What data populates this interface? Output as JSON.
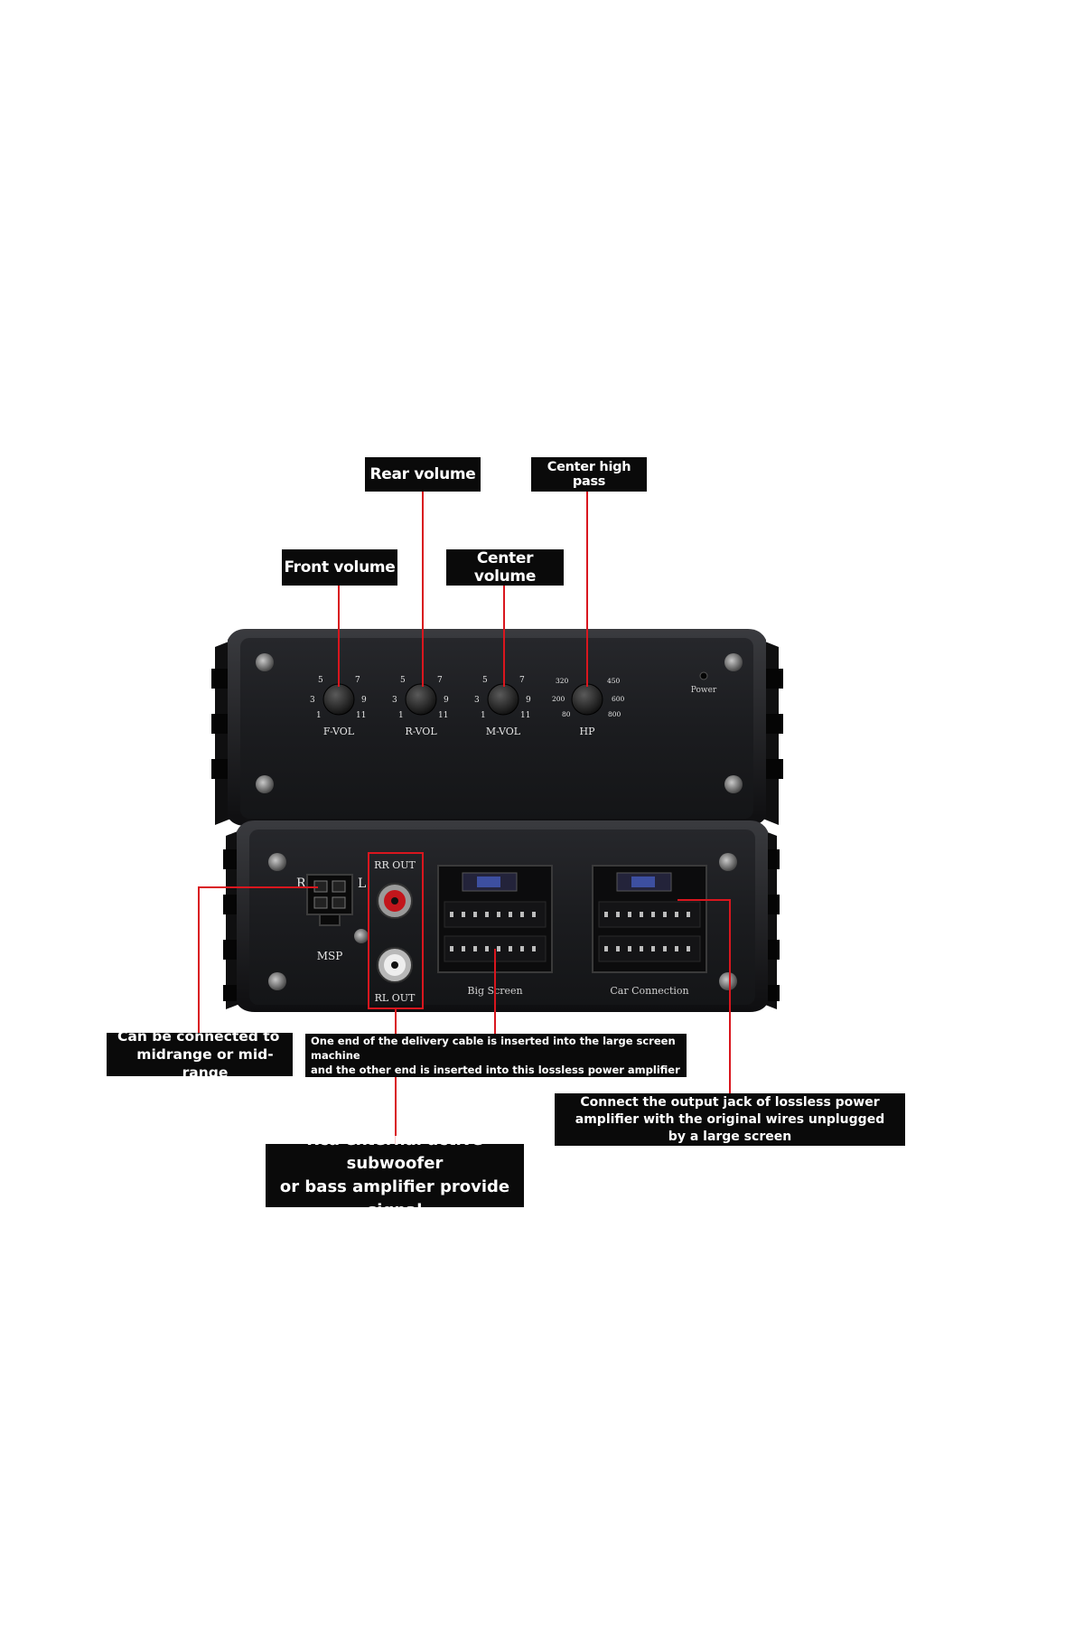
{
  "callouts": {
    "rear_volume": "Rear volume",
    "center_high_pass": "Center high pass",
    "front_volume": "Front volume",
    "center_volume": "Center volume",
    "midrange": [
      "Can be connected to",
      "midrange or mid-range"
    ],
    "delivery_cable": [
      "One end of the delivery cable is inserted into the large screen machine",
      "and the other end is inserted into this lossless power amplifier"
    ],
    "output_jack": [
      "Connect the output jack of lossless power",
      "amplifier with the original wires unplugged",
      "by a large screen"
    ],
    "rca": [
      "Rca external active subwoofer",
      "or bass amplifier provide signal"
    ]
  },
  "front_panel": {
    "knobs": [
      {
        "label": "F-VOL",
        "marks": [
          "5",
          "7",
          "3",
          "9",
          "1",
          "11"
        ]
      },
      {
        "label": "R-VOL",
        "marks": [
          "5",
          "7",
          "3",
          "9",
          "1",
          "11"
        ]
      },
      {
        "label": "M-VOL",
        "marks": [
          "5",
          "7",
          "3",
          "9",
          "1",
          "11"
        ]
      },
      {
        "label": "HP",
        "marks": [
          "320",
          "450",
          "200",
          "600",
          "80",
          "800"
        ]
      }
    ],
    "power_label": "Power"
  },
  "rear_panel": {
    "msp_label": "MSP",
    "msp_r": "R",
    "msp_l": "L",
    "rr_out": "RR OUT",
    "rl_out": "RL OUT",
    "big_screen": "Big Screen",
    "car_connection": "Car Connection"
  },
  "colors": {
    "annotation_line": "#d9161e",
    "callout_bg": "#0a0a0a",
    "device_body": "#1c1d20"
  }
}
